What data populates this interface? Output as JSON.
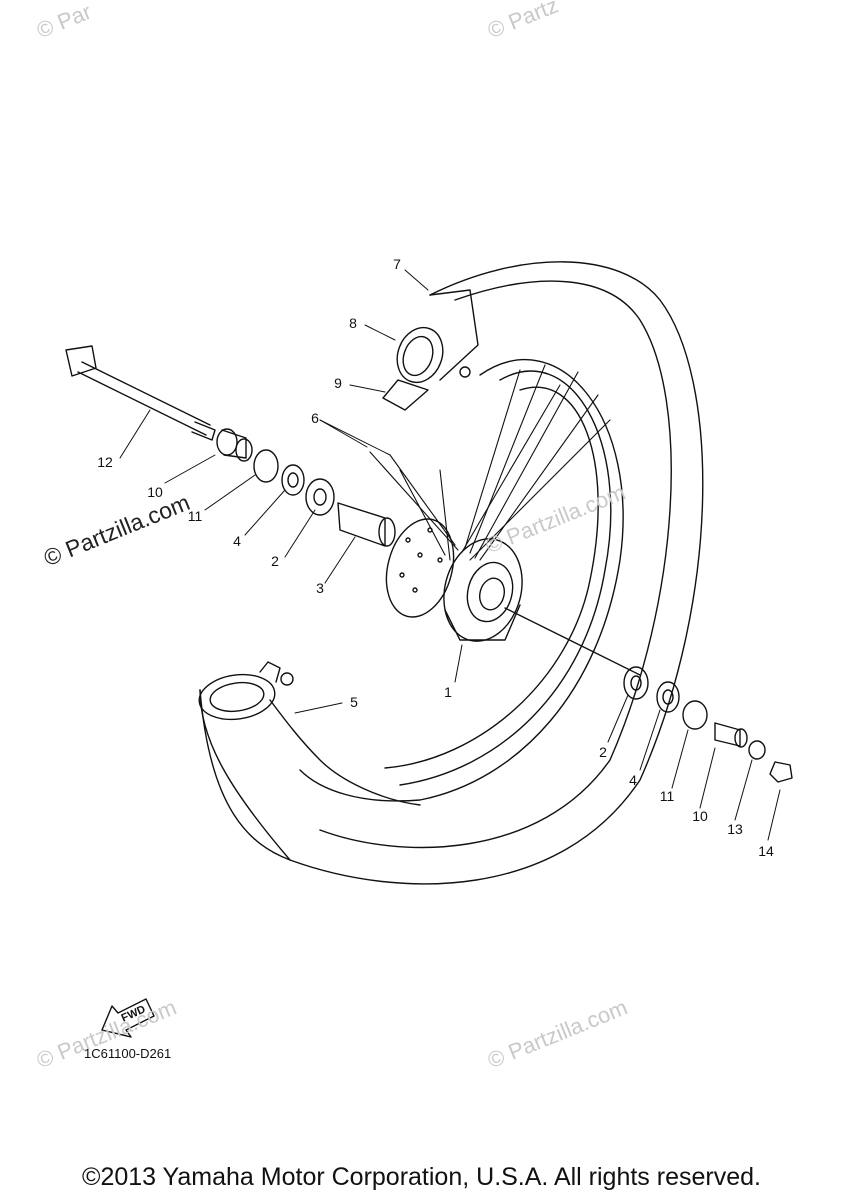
{
  "watermarks": {
    "site": "© Partzilla.com",
    "site_dark": "© Partzilla.com",
    "partial": "© Par",
    "partial2": "© Partz"
  },
  "fwd_label": "FWD",
  "diagram_code": "1C61100-D261",
  "copyright": "©2013 Yamaha Motor Corporation, U.S.A. All rights reserved.",
  "callouts": {
    "c1": "1",
    "c2a": "2",
    "c2b": "2",
    "c3": "3",
    "c4a": "4",
    "c4b": "4",
    "c5": "5",
    "c6": "6",
    "c7": "7",
    "c8": "8",
    "c9": "9",
    "c10a": "10",
    "c10b": "10",
    "c11a": "11",
    "c11b": "11",
    "c12": "12",
    "c13": "13",
    "c14": "14"
  }
}
